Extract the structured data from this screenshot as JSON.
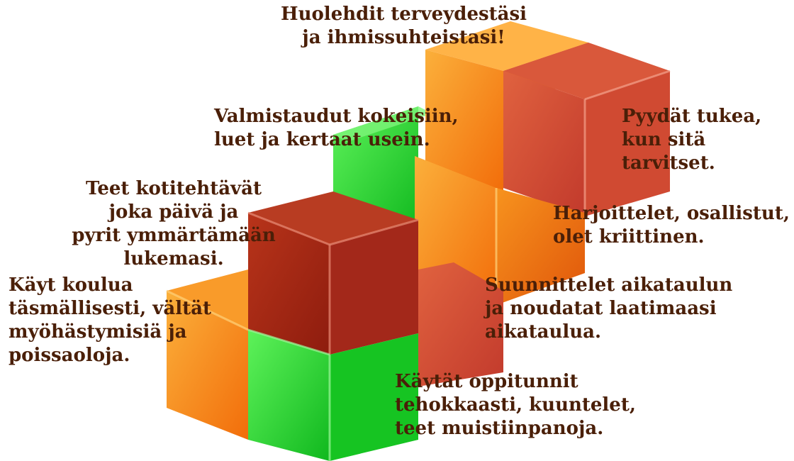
{
  "colors": {
    "text": "#4a1f08",
    "orange": "#f7931e",
    "green": "#22c92b",
    "red": "#c0392b",
    "dark_red": "#9e2410"
  },
  "labels": {
    "top": "Huolehdit terveydestäsi\nja ihmissuhteistasi!",
    "exams": "Valmistaudut kokeisiin,\nluet ja kertaat usein.",
    "support": "Pyydät tukea,\nkun sitä tarvitset.",
    "homework": "Teet kotitehtävät\njoka päivä ja\npyrit ymmärtämään\nlukemasi.",
    "practice": "Harjoittelet, osallistut,\nolet kriittinen.",
    "attendance": "Käyt koulua\ntäsmällisesti, vältät\nmyöhästymisiä ja\npoissaoloja.",
    "schedule": "Suunnittelet aikataulun\nja noudatat laatimaasi\naikataulua.",
    "lessons": "Käytät oppitunnit\ntehokkaasti, kuuntelet,\nteet muistiinpanoja."
  }
}
